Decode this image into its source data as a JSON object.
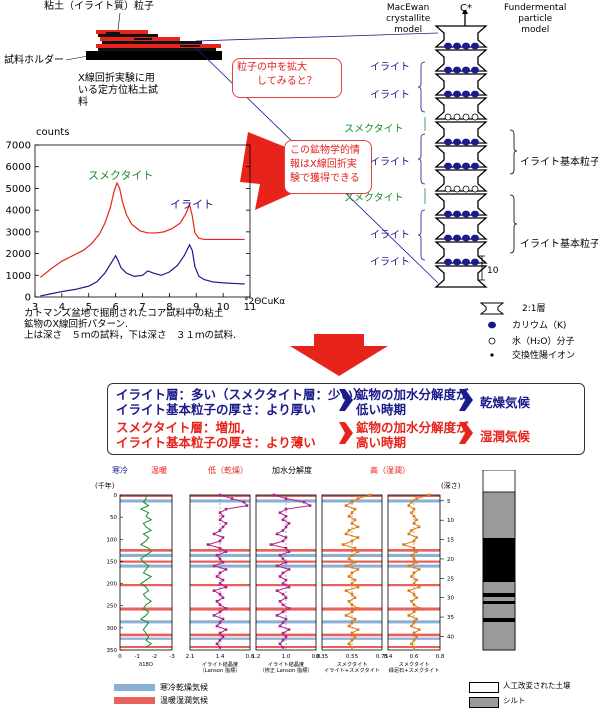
{
  "top_left": {
    "particle_label": "粘土（イライト質）粒子",
    "holder_label": "試料ホルダー",
    "sample_label": "X線回折実験に用\nいる定方位粘土試\n料"
  },
  "callouts": {
    "zoom": "粒子の中を拡大\n　　してみると？",
    "info": "この鉱物学的情\n報はX線回折実\n験で獲得できる"
  },
  "model": {
    "macewan": "MacEwan\ncrystallite\nmodel",
    "fundamental": "Fundermental\nparticle\nmodel",
    "c_axis": "C*",
    "illite_labels": [
      "イライト",
      "イライト",
      "イライト",
      "イライト",
      "イライト"
    ],
    "smectite_labels": [
      "スメクタイト",
      "スメクタイト"
    ],
    "particle_labels": [
      "イライト基本粒子",
      "イライト基本粒子"
    ],
    "scale": "10"
  },
  "legend_struct": {
    "items": [
      "2:1層",
      "カリウム（K)",
      "水（H₂O）分子",
      "交換性陽イオン"
    ]
  },
  "xrd": {
    "ylabel": "counts",
    "xlabel": "°2ΘCuKα",
    "smectite_label": "スメクタイト",
    "illite_label": "イライト",
    "caption": "カトマンズ盆地で掘削されたコア試料中の粘土\n鉱物のX線回折パターン.\n上は深さ　５ｍの試料，下は深さ　３１ｍの試料.",
    "chart_data": {
      "type": "line",
      "xlim": [
        3,
        11
      ],
      "ylim": [
        0,
        7000
      ],
      "yticks": [
        0,
        1000,
        2000,
        3000,
        4000,
        5000,
        6000,
        7000
      ],
      "xticks": [
        3,
        4,
        5,
        6,
        7,
        8,
        9,
        10,
        11
      ],
      "series": [
        {
          "color": "#e8231b",
          "x": [
            3.2,
            3.6,
            4.0,
            4.4,
            4.8,
            5.1,
            5.4,
            5.6,
            5.8,
            5.95,
            6.05,
            6.15,
            6.25,
            6.4,
            6.6,
            6.9,
            7.2,
            7.5,
            7.8,
            8.1,
            8.4,
            8.6,
            8.75,
            8.85,
            8.95,
            9.1,
            9.3,
            9.7,
            10.2,
            10.8
          ],
          "y": [
            900,
            1300,
            1650,
            1900,
            2150,
            2450,
            2900,
            3400,
            4100,
            4900,
            5250,
            5000,
            4400,
            3800,
            3350,
            3050,
            2950,
            2950,
            3000,
            3150,
            3400,
            3800,
            4250,
            3750,
            2950,
            2700,
            2650,
            2650,
            2650,
            2650
          ]
        },
        {
          "color": "#1a1a8c",
          "x": [
            3.2,
            3.6,
            4.0,
            4.5,
            5.0,
            5.3,
            5.6,
            5.85,
            6.0,
            6.1,
            6.2,
            6.4,
            6.7,
            7.0,
            7.2,
            7.4,
            7.7,
            8.0,
            8.3,
            8.55,
            8.75,
            8.85,
            8.95,
            9.1,
            9.3,
            9.6,
            10.0,
            10.5,
            10.8
          ],
          "y": [
            50,
            150,
            250,
            350,
            500,
            700,
            1100,
            1600,
            1900,
            1650,
            1350,
            1100,
            950,
            1000,
            1200,
            1100,
            1000,
            1150,
            1450,
            1900,
            2400,
            2150,
            1400,
            950,
            800,
            700,
            650,
            620,
            600
          ]
        }
      ]
    }
  },
  "summary": {
    "illite_line1": "イライト層：多い（スメクタイト層：少い）",
    "illite_line2": "イライト基本粒子の厚さ：より厚い",
    "illite_mid": "鉱物の加水分解度が\n低い時期",
    "illite_result": "乾燥気候",
    "smectite_line1": "スメクタイト層：増加,",
    "smectite_line2": "イライト基本粒子の厚さ：より薄い",
    "smectite_mid": "鉱物の加水分解度が\n高い時期",
    "smectite_result": "湿潤気候"
  },
  "strat": {
    "top_labels": {
      "cold": "寒冷",
      "warm": "温暖",
      "low": "低（乾燥）",
      "hydro": "加水分解度",
      "high": "高（湿潤）"
    },
    "age_label": "(千年)",
    "depth_label": "(深さ)",
    "age_ticks": [
      "0",
      "50",
      "100",
      "150",
      "200",
      "250",
      "300",
      "350"
    ],
    "depth_ticks": [
      "5",
      "10",
      "15",
      "20",
      "25",
      "30",
      "35",
      "40"
    ],
    "panel_labels": [
      "δ18O",
      "イライト結晶度\n（Lanson 指標）",
      "イライト結晶度\n（修正 Lanson 指標）",
      "スメクタイト\nイライト+スメクタイト",
      "スメクタイト\n緑泥石+スメクタイト"
    ],
    "panel_ticks": [
      [
        "0",
        "-1",
        "-2",
        "-3"
      ],
      [
        "2.1",
        "1.4",
        "0.6"
      ],
      [
        "1.2",
        "1.0",
        "0.8"
      ],
      [
        "0.35",
        "0.55",
        "0.75"
      ],
      [
        "0.4",
        "0.6",
        "0.8"
      ]
    ],
    "legend": [
      "寒冷乾燥気候",
      "温暖湿潤気候"
    ],
    "legend_colors": [
      "#8ab0d6",
      "#e8615a"
    ],
    "col_legend": [
      "人工改変された土壌",
      "シルト"
    ]
  }
}
